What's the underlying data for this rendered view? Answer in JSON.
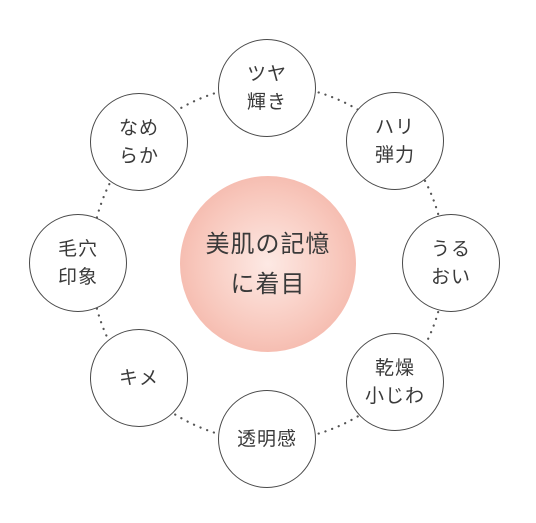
{
  "center": {
    "lines": [
      "美肌の記憶",
      "に着目"
    ],
    "gradient_inner": "#fde9e4",
    "gradient_outer": "#f2aa9c"
  },
  "nodes": [
    {
      "id": "tsuya",
      "lines": [
        "ツヤ",
        "輝き"
      ]
    },
    {
      "id": "hari",
      "lines": [
        "ハリ",
        "弾力"
      ]
    },
    {
      "id": "uruoi",
      "lines": [
        "うる",
        "おい"
      ]
    },
    {
      "id": "kanso",
      "lines": [
        "乾燥",
        "小じわ"
      ]
    },
    {
      "id": "tomeikan",
      "lines": [
        "透明感"
      ]
    },
    {
      "id": "kime",
      "lines": [
        "キメ"
      ]
    },
    {
      "id": "keana",
      "lines": [
        "毛穴",
        "印象"
      ]
    },
    {
      "id": "nameraka",
      "lines": [
        "なめ",
        "らか"
      ]
    }
  ],
  "colors": {
    "circle_border": "#4a4a4a",
    "dots": "#555555",
    "text": "#3a3a3a"
  }
}
